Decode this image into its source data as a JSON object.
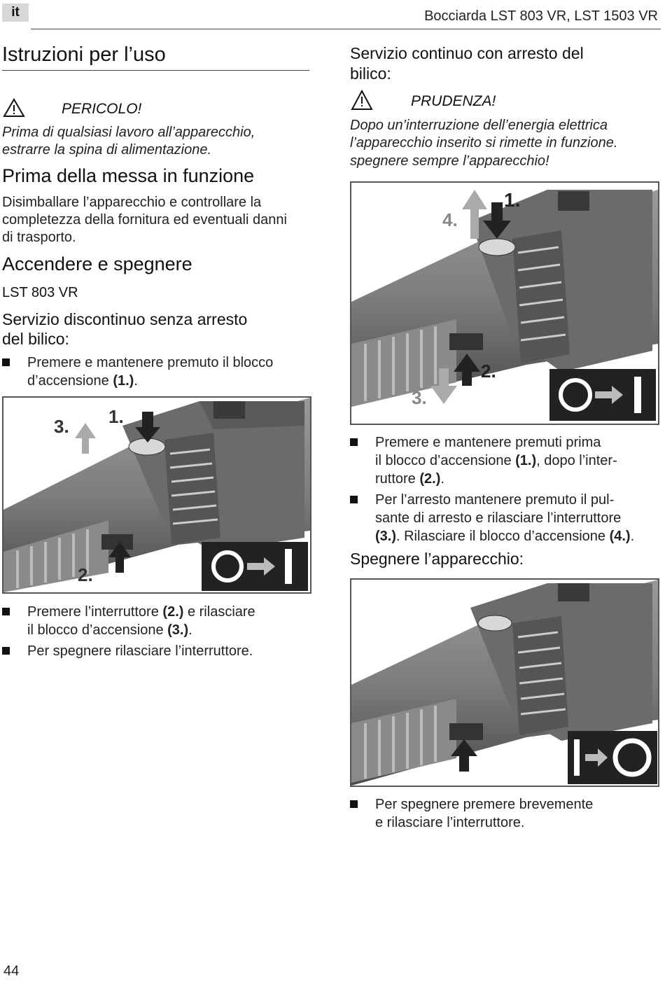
{
  "header": {
    "lang": "it",
    "title": "Bocciarda LST 803 VR, LST 1503 VR"
  },
  "left": {
    "title": "Istruzioni per l’uso",
    "danger_label": "PERICOLO!",
    "danger_text_1": "Prima di qualsiasi lavoro all’apparecchio,",
    "danger_text_2": "estrarre la spina di alimentazione.",
    "section1_title": "Prima della messa in funzione",
    "section1_l1": "Disimballare l’apparecchio e controllare la",
    "section1_l2": "completezza della fornitura ed eventuali danni",
    "section1_l3": "di trasporto.",
    "section2_title": "Accendere e spegnere",
    "model": "LST 803 VR",
    "sub1_l1": "Servizio discontinuo senza arresto",
    "sub1_l2": "del bilico:",
    "bullet1_l1": "Premere e mantenere premuto il blocco",
    "bullet1_l2a": "d’accensione ",
    "bullet1_l2b": "(1.)",
    "bullet1_l2c": ".",
    "fig1_labels": {
      "a": "3.",
      "b": "1.",
      "c": "2."
    },
    "bullet2_l1a": "Premere l’interruttore ",
    "bullet2_l1b": "(2.)",
    "bullet2_l1c": " e rilasciare",
    "bullet2_l2a": "il blocco d’accensione ",
    "bullet2_l2b": "(3.)",
    "bullet2_l2c": ".",
    "bullet3": "Per spegnere rilasciare l’interruttore."
  },
  "right": {
    "sub2_l1": "Servizio continuo con arresto del",
    "sub2_l2": "bilico:",
    "caution_label": "PRUDENZA!",
    "caution_l1": "Dopo un’interruzione dell’energia elettrica",
    "caution_l2": "l’apparecchio inserito si rimette in funzione.",
    "caution_l3": "spegnere sempre l’apparecchio!",
    "fig2_labels": {
      "a": "4.",
      "b": "1.",
      "c": "2.",
      "d": "3."
    },
    "bullet4_l1": "Premere e mantenere premuti prima",
    "bullet4_l2a": "il blocco d’accensione ",
    "bullet4_l2b": "(1.)",
    "bullet4_l2c": ", dopo l’inter-",
    "bullet4_l3a": "ruttore ",
    "bullet4_l3b": "(2.)",
    "bullet4_l3c": ".",
    "bullet5_l1": "Per l’arresto mantenere premuto il pul-",
    "bullet5_l2": "sante di arresto e rilasciare l’interruttore",
    "bullet5_l3a": "(3.)",
    "bullet5_l3b": ". Rilasciare il blocco d’accensione ",
    "bullet5_l3c": "(4.)",
    "bullet5_l3d": ".",
    "sub3": "Spegnere l’apparecchio:",
    "bullet6_l1": "Per spegnere premere brevemente",
    "bullet6_l2": "e rilasciare l’interruttore."
  },
  "page_number": "44"
}
